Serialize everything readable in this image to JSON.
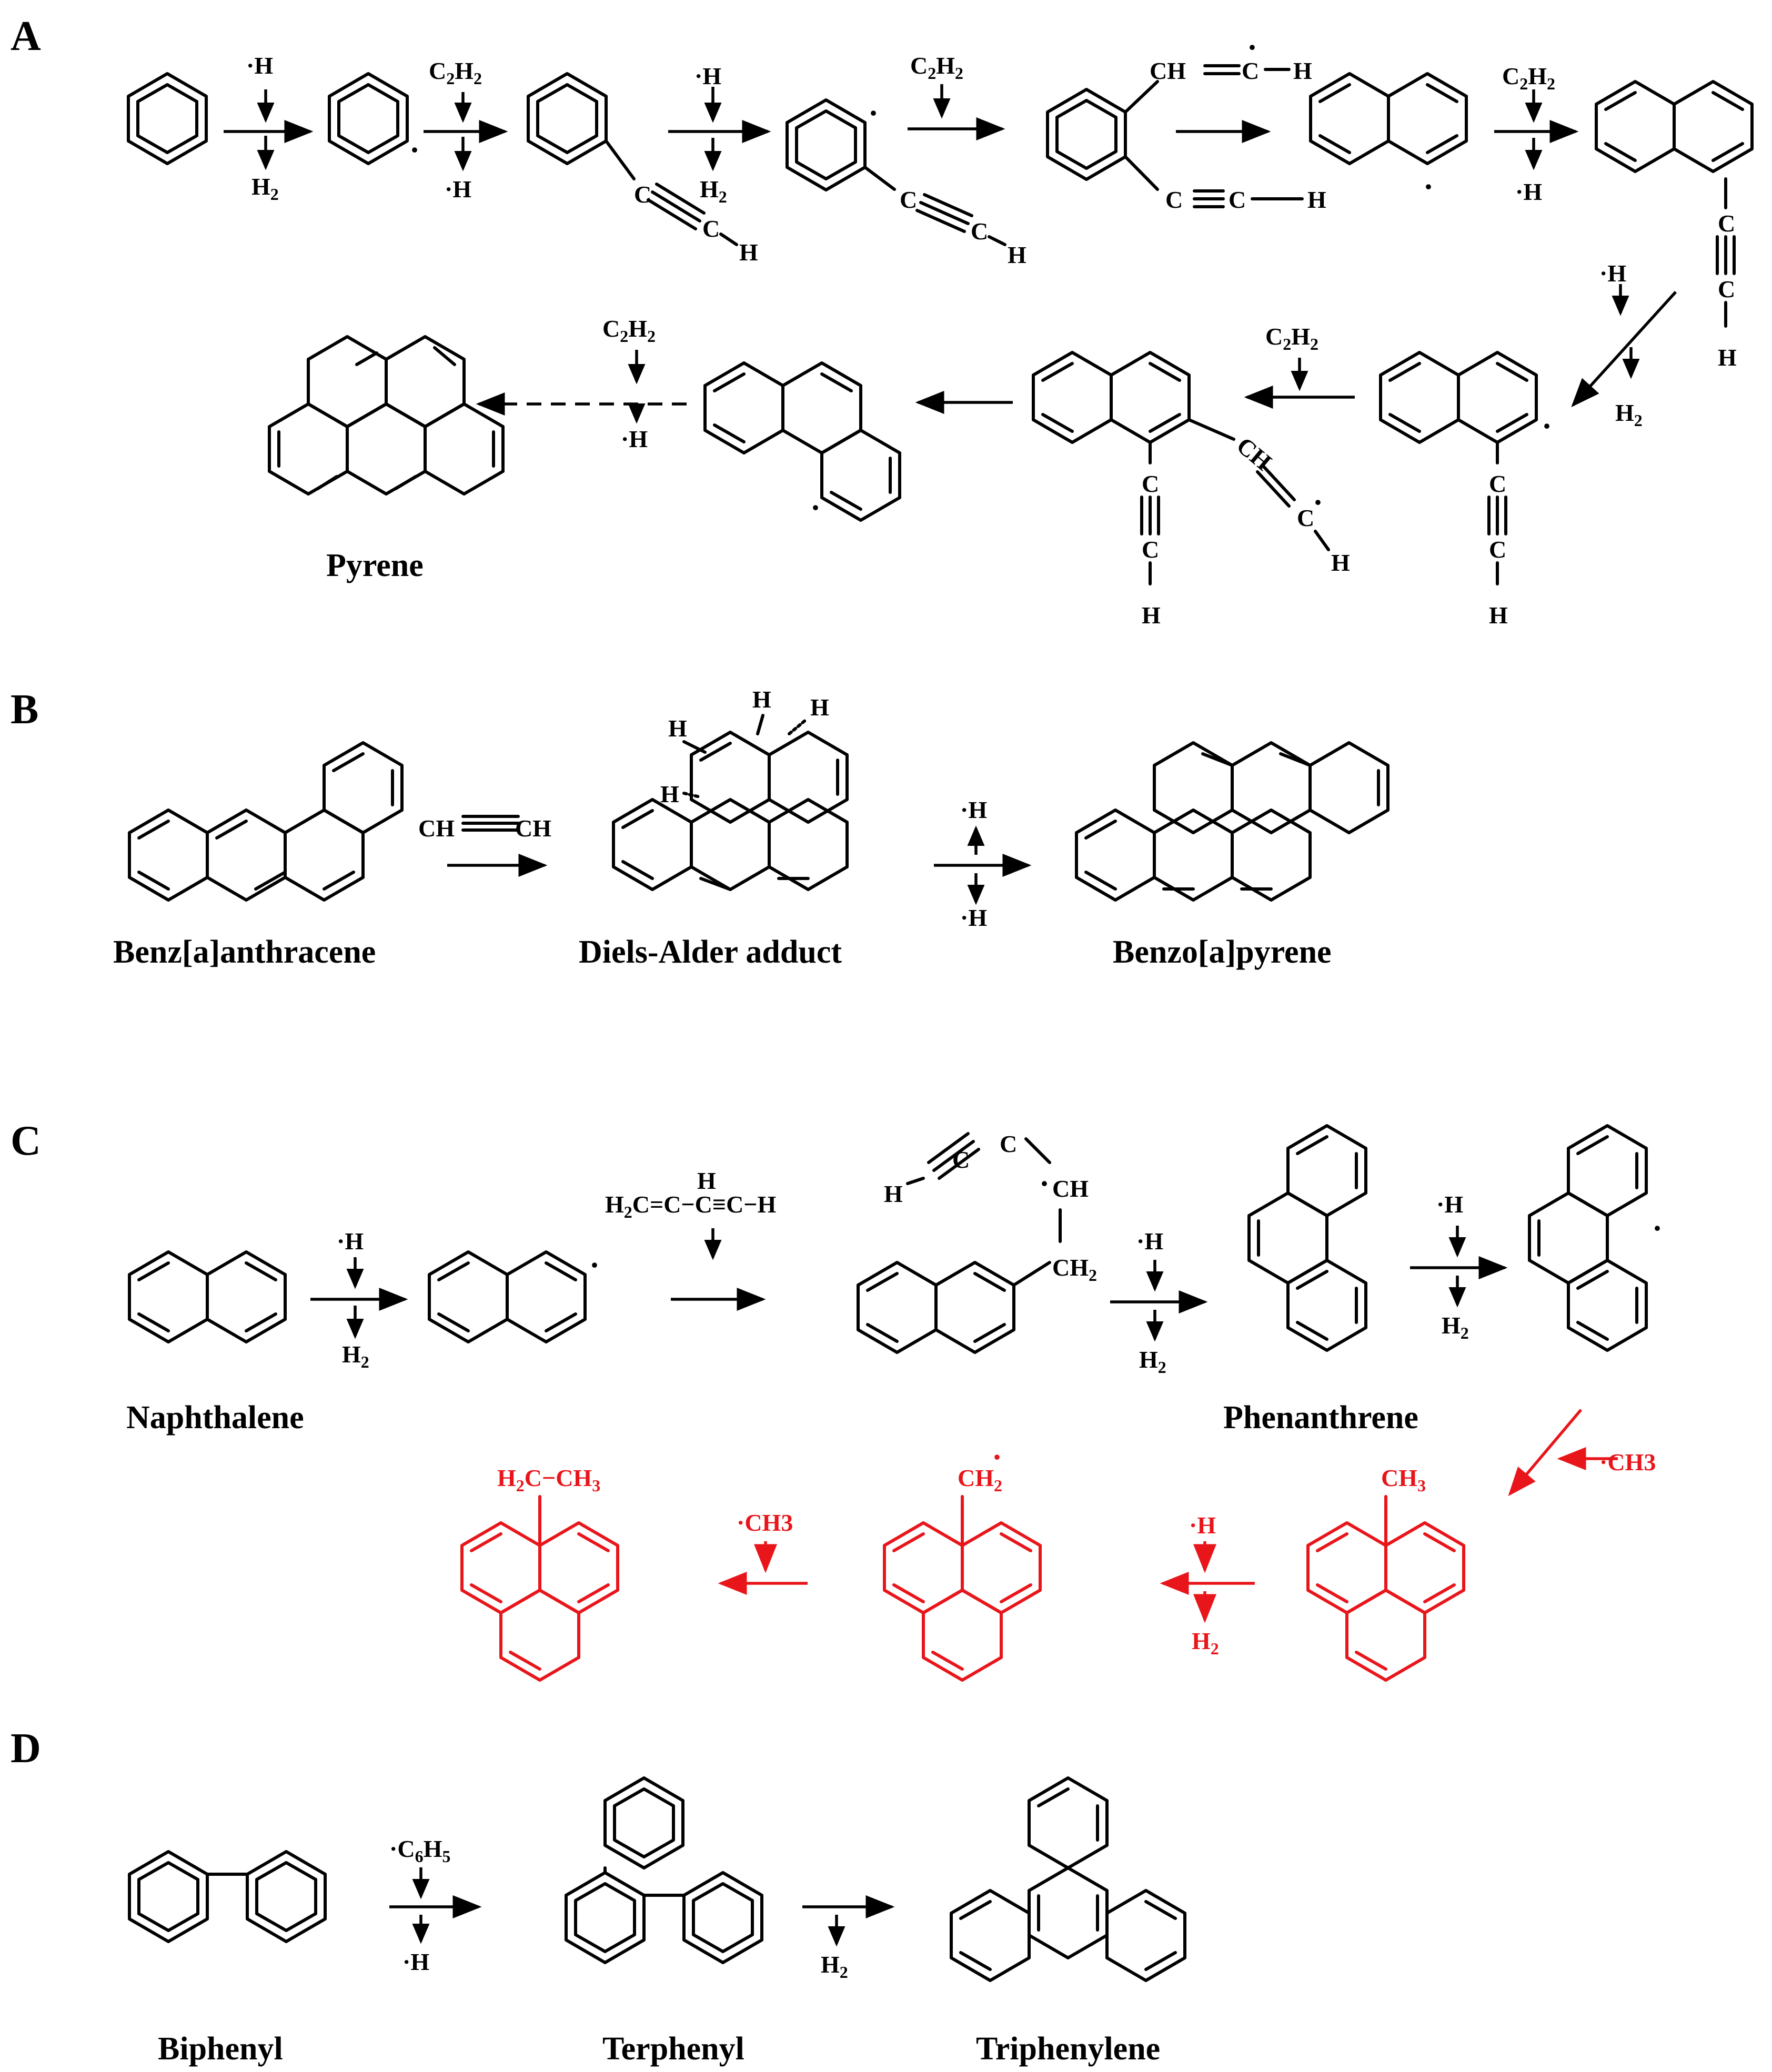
{
  "panels": {
    "a": {
      "letter": "A",
      "pyrene": "Pyrene"
    },
    "b": {
      "letter": "B",
      "benzanthracene": "Benz[a]anthracene",
      "adduct": "Diels-Alder adduct",
      "benzopyrene": "Benzo[a]pyrene",
      "acetylene": "CH≡CH"
    },
    "c": {
      "letter": "C",
      "naphthalene": "Naphthalene",
      "phenanthrene": "Phenanthrene",
      "vinylacetylene": "H2C=CH−C≡C−H"
    },
    "d": {
      "letter": "D",
      "biphenyl": "Biphenyl",
      "terphenyl": "Terphenyl",
      "triphenylene": "Triphenylene"
    }
  },
  "reagents": {
    "h_radical": "·H",
    "hydrogen": "H2",
    "acetylene": "C2H2",
    "methyl_radical": "·CH3",
    "phenyl_radical": "·C6H5"
  },
  "atoms": {
    "c": "C",
    "h": "H",
    "ch": "CH",
    "ch2": "CH2",
    "ch3": "CH3",
    "ethyl": "H2C−CH3"
  },
  "colors": {
    "ink": "#000000",
    "methylation": "#e8161b"
  }
}
